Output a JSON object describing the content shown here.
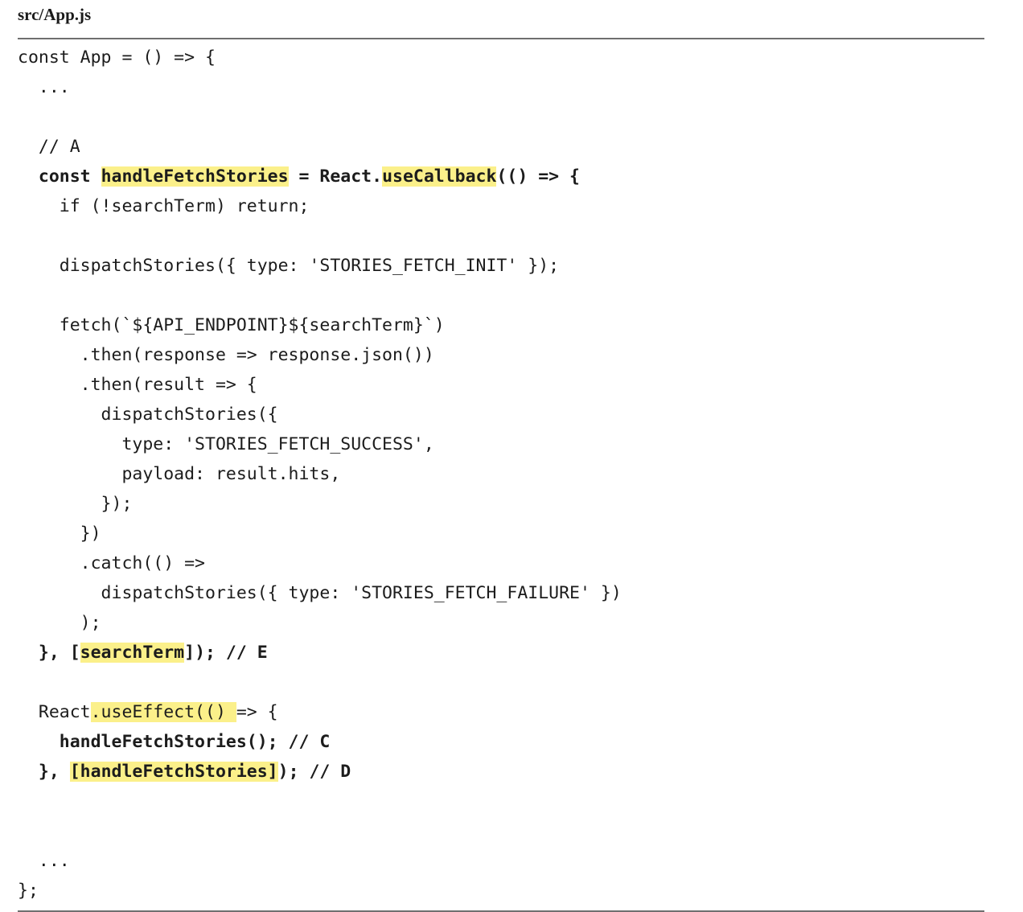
{
  "file_label": "src/App.js",
  "code_lines": [
    {
      "segments": [
        {
          "t": "const App = () => {"
        }
      ]
    },
    {
      "segments": [
        {
          "t": "  ..."
        }
      ]
    },
    {
      "segments": [
        {
          "t": ""
        }
      ]
    },
    {
      "segments": [
        {
          "t": "  // A"
        }
      ]
    },
    {
      "segments": [
        {
          "t": "  const ",
          "b": true
        },
        {
          "t": "handleFetchStories",
          "b": true,
          "h": true
        },
        {
          "t": " = React.",
          "b": true
        },
        {
          "t": "useCallback",
          "b": true,
          "h": true
        },
        {
          "t": "(() => {",
          "b": true
        }
      ]
    },
    {
      "segments": [
        {
          "t": "    if (!searchTerm) return;"
        }
      ]
    },
    {
      "segments": [
        {
          "t": ""
        }
      ]
    },
    {
      "segments": [
        {
          "t": "    dispatchStories({ type: 'STORIES_FETCH_INIT' });"
        }
      ]
    },
    {
      "segments": [
        {
          "t": ""
        }
      ]
    },
    {
      "segments": [
        {
          "t": "    fetch(`${API_ENDPOINT}${searchTerm}`)"
        }
      ]
    },
    {
      "segments": [
        {
          "t": "      .then(response => response.json())"
        }
      ]
    },
    {
      "segments": [
        {
          "t": "      .then(result => {"
        }
      ]
    },
    {
      "segments": [
        {
          "t": "        dispatchStories({"
        }
      ]
    },
    {
      "segments": [
        {
          "t": "          type: 'STORIES_FETCH_SUCCESS',"
        }
      ]
    },
    {
      "segments": [
        {
          "t": "          payload: result.hits,"
        }
      ]
    },
    {
      "segments": [
        {
          "t": "        });"
        }
      ]
    },
    {
      "segments": [
        {
          "t": "      })"
        }
      ]
    },
    {
      "segments": [
        {
          "t": "      .catch(() =>"
        }
      ]
    },
    {
      "segments": [
        {
          "t": "        dispatchStories({ type: 'STORIES_FETCH_FAILURE' })"
        }
      ]
    },
    {
      "segments": [
        {
          "t": "      );"
        }
      ]
    },
    {
      "segments": [
        {
          "t": "  }, [",
          "b": true
        },
        {
          "t": "searchTerm",
          "b": true,
          "h": true
        },
        {
          "t": "]); // E",
          "b": true
        }
      ]
    },
    {
      "segments": [
        {
          "t": ""
        }
      ]
    },
    {
      "segments": [
        {
          "t": "  React"
        },
        {
          "t": ".useEffect(() ",
          "h": true
        },
        {
          "t": "=> {"
        }
      ]
    },
    {
      "segments": [
        {
          "t": "    handleFetchStories(); // C",
          "b": true
        }
      ]
    },
    {
      "segments": [
        {
          "t": "  }, ",
          "b": true
        },
        {
          "t": "[handleFetchStories]",
          "b": true,
          "h": true
        },
        {
          "t": "); // D",
          "b": true
        }
      ]
    },
    {
      "segments": [
        {
          "t": ""
        }
      ]
    },
    {
      "segments": [
        {
          "t": ""
        }
      ]
    },
    {
      "segments": [
        {
          "t": "  ..."
        }
      ]
    },
    {
      "segments": [
        {
          "t": "};"
        }
      ]
    }
  ]
}
